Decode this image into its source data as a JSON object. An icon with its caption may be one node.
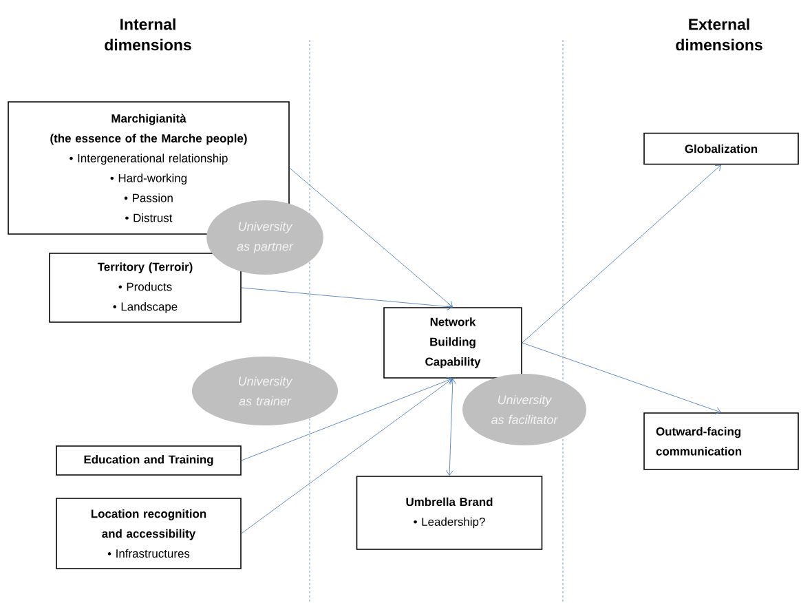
{
  "diagram": {
    "nodes": [
      {
        "text": [
          "Marchigianità",
          "(the essence of the Marche people)",
          "• Intergenerational relationship",
          "• Hard-working",
          "• Passion",
          "• Distrust"
        ]
      },
      {
        "text": [
          "Territory (Terroir)",
          "• Products",
          "• Landscape"
        ]
      },
      {
        "text": [
          "Education and Training"
        ]
      },
      {
        "text": [
          "Location recognition and accessibility",
          "• Infrastructures"
        ]
      },
      {
        "text": [
          "Network Building Capability"
        ]
      },
      {
        "text": [
          "Umbrella Brand",
          "• Leadership?"
        ]
      },
      {
        "text": [
          "Globalization"
        ]
      },
      {
        "text": [
          "Outward-facing communication"
        ]
      },
      {
        "text": [
          "University as partner"
        ]
      },
      {
        "text": [
          "University as trainer"
        ]
      },
      {
        "text": [
          "University as facilitator"
        ]
      }
    ],
    "edges": [
      {
        "from": 0,
        "to": 4,
        "arrow": "to"
      },
      {
        "from": 1,
        "to": 4,
        "arrow": "to"
      },
      {
        "from": 2,
        "to": 4,
        "arrow": "to"
      },
      {
        "from": 3,
        "to": 4,
        "arrow": "to"
      },
      {
        "from": 4,
        "to": 5,
        "arrow": "both"
      },
      {
        "from": 4,
        "to": 6,
        "arrow": "to"
      },
      {
        "from": 4,
        "to": 7,
        "arrow": "to"
      }
    ],
    "labels": [
      "Internal dimensions",
      "External dimensions"
    ]
  }
}
